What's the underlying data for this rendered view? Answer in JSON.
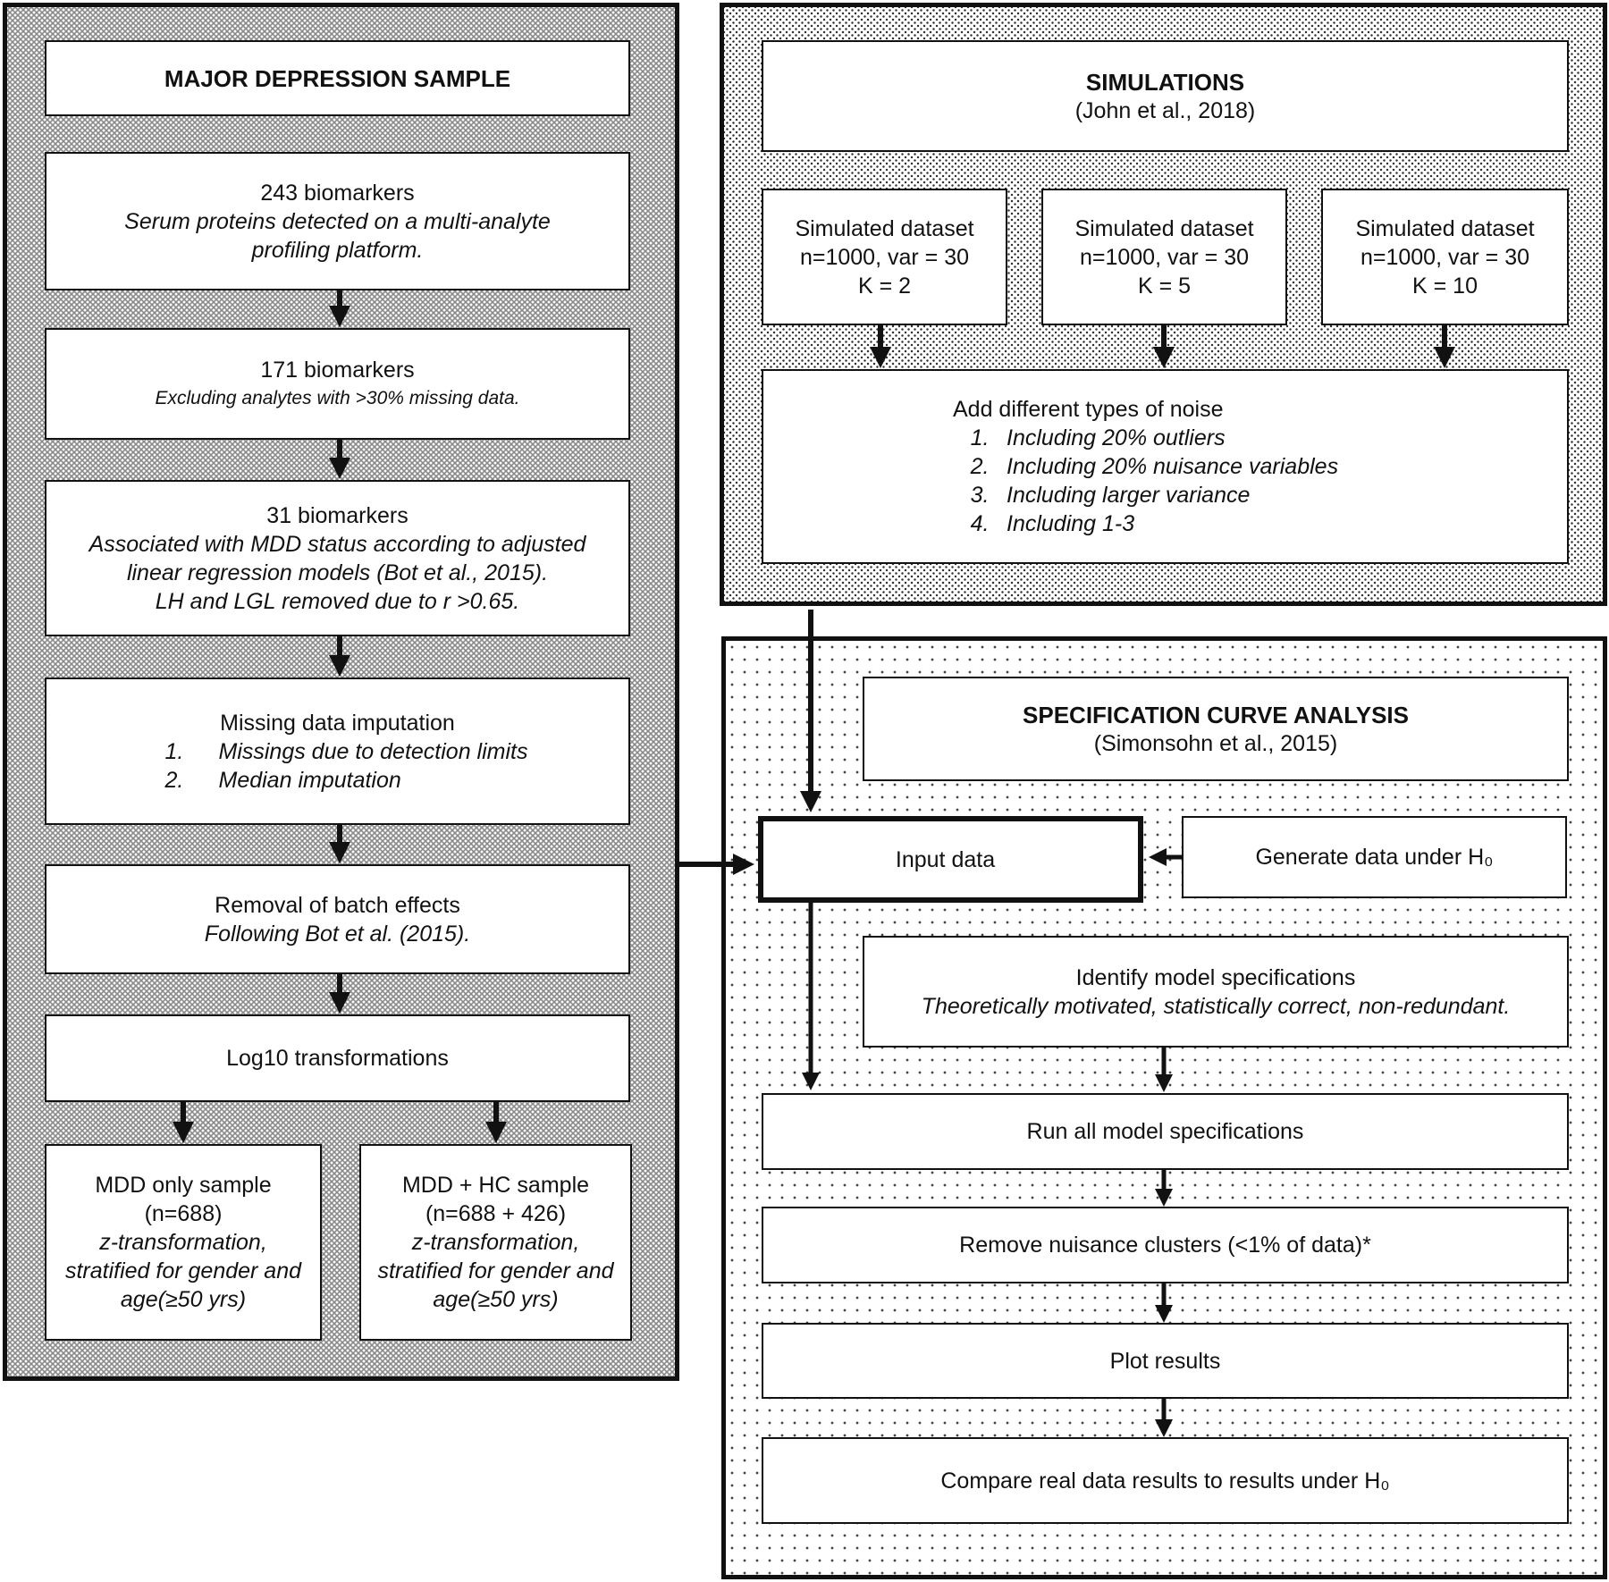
{
  "left": {
    "title": "MAJOR DEPRESSION SAMPLE",
    "box1": {
      "title": "243 biomarkers",
      "desc": "Serum proteins detected on a multi-analyte profiling platform."
    },
    "box2": {
      "title": "171 biomarkers",
      "desc": "Excluding analytes with >30% missing data."
    },
    "box3": {
      "title": "31 biomarkers",
      "desc": "Associated with MDD status according to adjusted linear regression models (Bot et al., 2015).",
      "desc2": "LH and LGL removed due to r >0.65."
    },
    "box4": {
      "title": "Missing data imputation",
      "items": [
        {
          "num": "1.",
          "text": "Missings due to detection limits"
        },
        {
          "num": "2.",
          "text": "Median imputation"
        }
      ]
    },
    "box5": {
      "title": "Removal of batch effects",
      "desc": "Following Bot et al. (2015)."
    },
    "box6": {
      "title": "Log10 transformations"
    },
    "mdd": {
      "title": "MDD only sample",
      "n": "(n=688)",
      "desc": "z-transformation, stratified for gender and age(≥50 yrs)"
    },
    "mddhc": {
      "title": "MDD + HC sample",
      "n": "(n=688 + 426)",
      "desc": "z-transformation, stratified for gender and age(≥50 yrs)"
    }
  },
  "sim": {
    "title": "SIMULATIONS",
    "ref": "(John et al., 2018)",
    "datasets": [
      {
        "title": "Simulated dataset",
        "params": "n=1000, var = 30",
        "k": "K = 2"
      },
      {
        "title": "Simulated dataset",
        "params": "n=1000, var = 30",
        "k": "K = 5"
      },
      {
        "title": "Simulated dataset",
        "params": "n=1000, var = 30",
        "k": "K = 10"
      }
    ],
    "noise": {
      "title": "Add different types of noise",
      "items": [
        {
          "num": "1.",
          "text": "Including 20% outliers"
        },
        {
          "num": "2.",
          "text": "Including 20% nuisance variables"
        },
        {
          "num": "3.",
          "text": "Including larger variance"
        },
        {
          "num": "4.",
          "text": "Including 1-3"
        }
      ]
    }
  },
  "sca": {
    "title": "SPECIFICATION CURVE ANALYSIS",
    "ref": "(Simonsohn et al., 2015)",
    "input": "Input data",
    "generate": "Generate data under H₀",
    "identify": {
      "title": "Identify model specifications",
      "desc": "Theoretically motivated, statistically correct, non-redundant."
    },
    "run": "Run all model specifications",
    "remove": "Remove nuisance clusters (<1% of data)*",
    "plot": "Plot results",
    "compare": "Compare real data results to results under H₀"
  }
}
